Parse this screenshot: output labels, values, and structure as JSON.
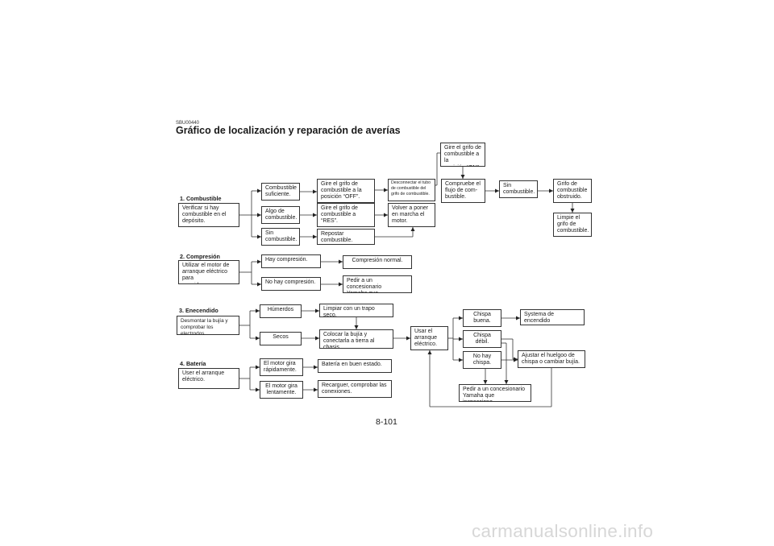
{
  "header": {
    "code": "SBU00440",
    "title": "Gráfico de localización y reparación de averías"
  },
  "sections": {
    "fuel": "1. Combustible",
    "compression": "2. Compresión",
    "ignition": "3. Enecendido",
    "battery": "4. Batería"
  },
  "boxes": {
    "fuel_check": "Verificar si hay\ncombustible en el\ndepósito.",
    "fuel_sufficient": "Combustible\nsuficiente.",
    "fuel_some": "Algo de\ncombustible.",
    "fuel_none": "Sin\ncombustible.",
    "valve_off": "Gire  el  grifo  de\ncombustible a la\nposición “OFF”.",
    "valve_res": "Gire el  grifo de\ncombustible a\n“RES”.",
    "refuel": "Repostar\ncombustible.",
    "disconnect_hose": "Desconnectar el tubo\nde combustible del\ngrifo de combustible.",
    "restart_engine": "Volver a poner\nen marcha el\nmotor.",
    "valve_on": "Gire el grifo de\ncombustible a la\nposición “ON”.",
    "check_flow": "Compruebe  el\nflujo  de  com-\nbustible.",
    "no_fuel": "Sin\ncombustible.",
    "valve_clogged": "Grifo de\ncombustible\nobstruido.",
    "clean_valve": "Limpie el\ngrifo de\ncombustible.",
    "comp_check": "Utilizar  el  motor  de\narranque eléctrico para\nver si hay compresión.",
    "has_comp": "Hay compresión.",
    "no_comp": "No hay compresión.",
    "comp_normal": "Compresión normal.",
    "comp_dealer": "Pedir a un concesionario\nYamaha que inspeccione.",
    "ign_check": "Desmontar  la  bujía  y\ncomprobar los electrodos.",
    "wet": "Húmerdos",
    "dry": "Secos",
    "wipe": "Limpiar con un trapo seco.",
    "ground_plug": "Colocar la bujía y\nconectarla a tierra al chasis.",
    "starter": "Usar el\narranque\neléctrico.",
    "spark_good": "Chispa\nbuena.",
    "spark_weak": "Chispa\ndébil.",
    "no_spark": "No  hay\nchispa.",
    "ign_normal": "Systema de encendido\nnormal.",
    "adjust_gap": "Ajustar  el  huelgoo  de\nchispa o cambiar bujía.",
    "ign_dealer": "Pedir a un concesionario\nYamaha que inspeccione.",
    "bat_check": "User el arranque\neléctrico.",
    "engine_fast": "El motor gira\nrápidamente.",
    "engine_slow": "El motor gira\nlentamente.",
    "battery_ok": "Batería en buen estado.",
    "recharge": "Recarguer,  comprobar las\nconexiones."
  },
  "page_number": "8-101",
  "watermark": "carmanualsonline.info"
}
